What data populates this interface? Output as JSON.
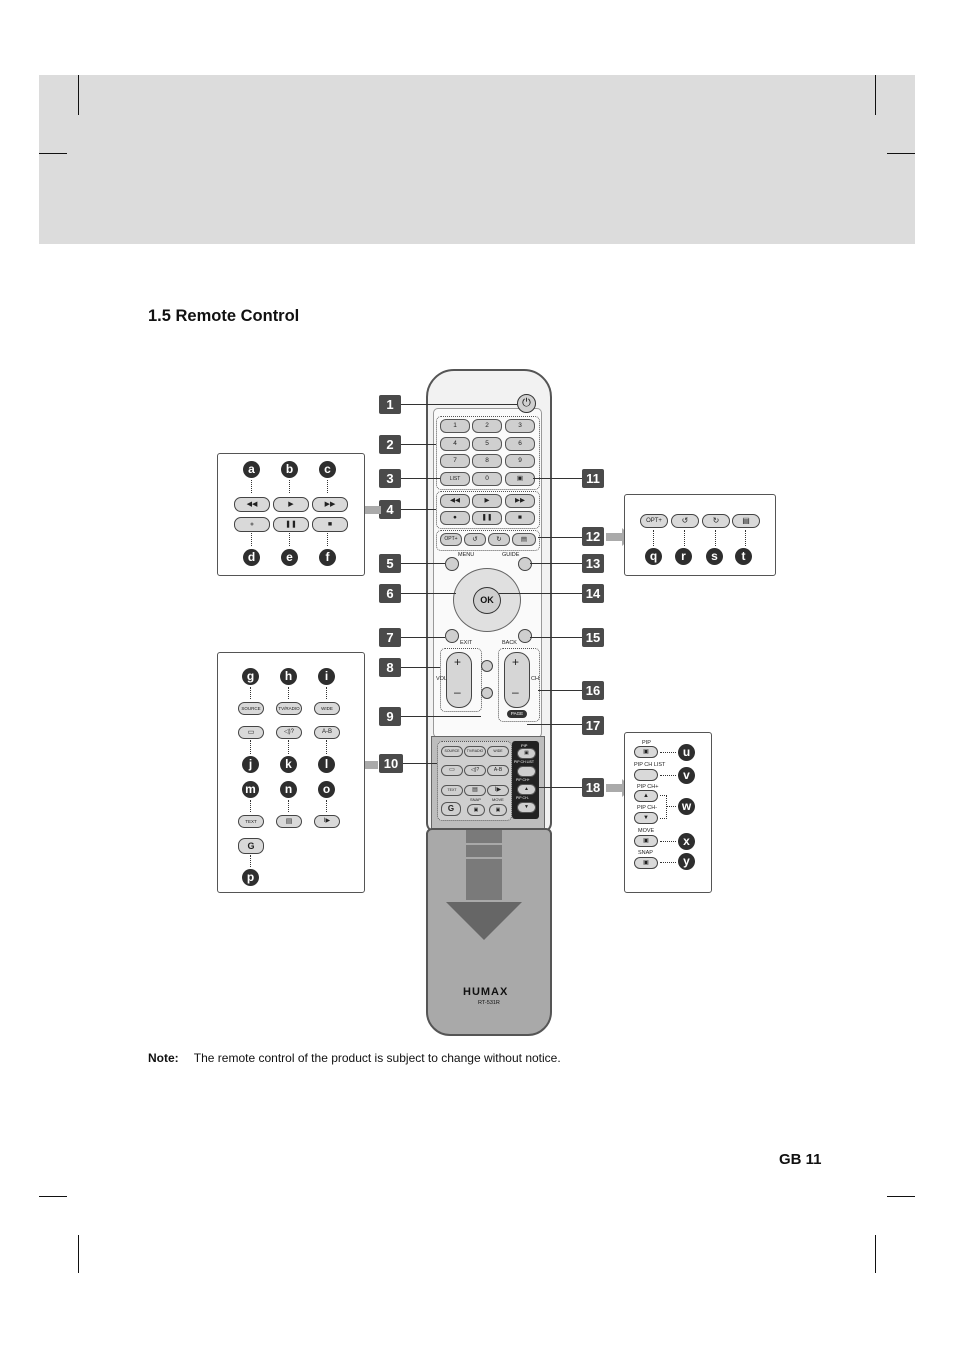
{
  "section_title": "1.5 Remote Control",
  "note": {
    "label": "Note:",
    "text": "The remote control of the product is subject to change without notice."
  },
  "page_number": "GB 11",
  "callouts": [
    "1",
    "2",
    "3",
    "4",
    "5",
    "6",
    "7",
    "8",
    "9",
    "10",
    "11",
    "12",
    "13",
    "14",
    "15",
    "16",
    "17",
    "18"
  ],
  "remote": {
    "numpad": [
      "1",
      "2",
      "3",
      "4",
      "5",
      "6",
      "7",
      "8",
      "9",
      "LIST",
      "0"
    ],
    "opt_label": "OPT+",
    "menu_label": "MENU",
    "guide_label": "GUIDE",
    "ok_label": "OK",
    "exit_label": "EXIT",
    "back_label": "BACK",
    "vol_label": "VOL",
    "ch_label": "CH",
    "page_label": "PAGE",
    "plus": "+",
    "minus": "–",
    "color_keys": [
      "SOURCE",
      "TV/RADIO",
      "WIDE",
      "TEXT"
    ],
    "pip_labels": [
      "PIP",
      "PIP CH LIST",
      "PIP CH+",
      "PIP CH-",
      "SNAP",
      "MOVE"
    ],
    "brand": "HUMAX",
    "model": "RT-531R"
  },
  "panel_playback": {
    "letters": [
      "a",
      "b",
      "c",
      "d",
      "e",
      "f"
    ],
    "keys": [
      "◀◀",
      "▶",
      "▶▶",
      "●",
      "❚❚",
      "■"
    ]
  },
  "panel_options": {
    "letters": [
      "q",
      "r",
      "s",
      "t"
    ],
    "keys": [
      "OPT+",
      "↺",
      "↻",
      "▤"
    ]
  },
  "panel_functions": {
    "letters": [
      "g",
      "h",
      "i",
      "j",
      "k",
      "l",
      "m",
      "n",
      "o",
      "p"
    ],
    "keys": [
      "SOURCE",
      "TV/RADIO",
      "WIDE",
      "▭",
      "◁)?",
      "A-B",
      "TEXT",
      "▤",
      "I▶",
      "G"
    ]
  },
  "panel_pip": {
    "letters": [
      "u",
      "v",
      "w",
      "x",
      "y"
    ],
    "labels": [
      "PIP",
      "PIP CH LIST",
      "PIP CH+",
      "PIP CH-",
      "MOVE",
      "SNAP"
    ]
  }
}
